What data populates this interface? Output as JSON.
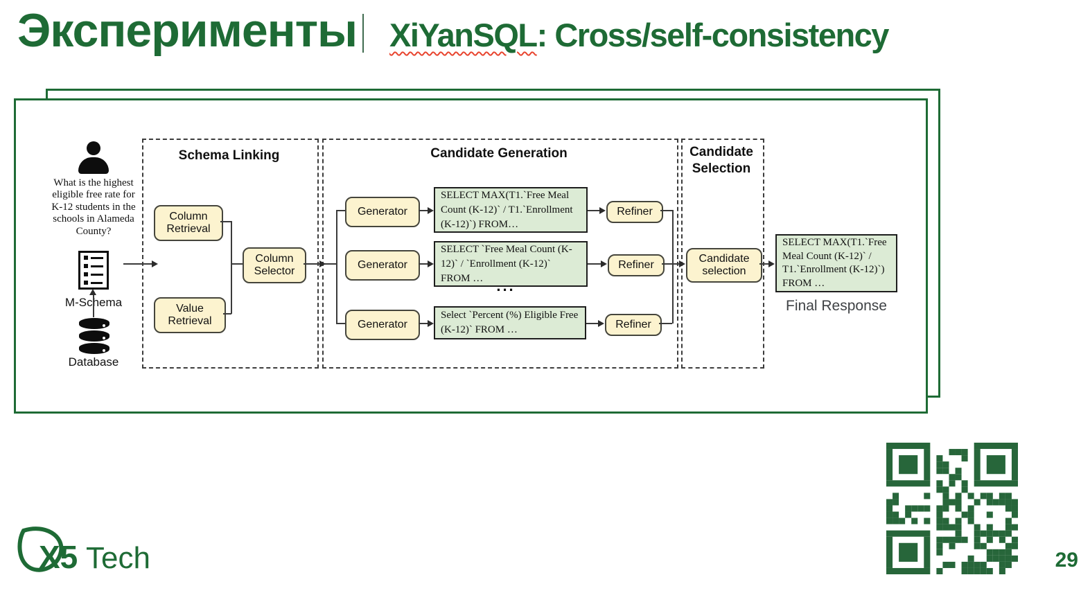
{
  "header": {
    "section_title": "Эксперименты",
    "slide_title_word": "XiYanSQL",
    "slide_title_rest": ": Cross/self-consistency",
    "accent_color": "#1e6b35",
    "misspell_underline_color": "#e8442e"
  },
  "diagram": {
    "input": {
      "question": "What is the highest\neligible free rate for\nK-12 students in the\nschools in Alameda\nCounty?",
      "mschema_label": "M-Schema",
      "database_label": "Database"
    },
    "schema_linking": {
      "title": "Schema Linking",
      "column_retrieval": "Column\nRetrieval",
      "value_retrieval": "Value\nRetrieval",
      "column_selector": "Column\nSelector"
    },
    "candidate_generation": {
      "title": "Candidate Generation",
      "ellipsis": "...",
      "rows": [
        {
          "generator": "Generator",
          "sql": "SELECT MAX(T1.`Free Meal\nCount (K-12)` / T1.`Enrollment\n(K-12)`) FROM…",
          "refiner": "Refiner"
        },
        {
          "generator": "Generator",
          "sql": "SELECT `Free Meal Count (K-\n12)` / `Enrollment (K-12)`\nFROM …",
          "refiner": "Refiner"
        },
        {
          "generator": "Generator",
          "sql": "Select `Percent (%) Eligible Free\n(K-12)`  FROM …",
          "refiner": "Refiner"
        }
      ]
    },
    "candidate_selection": {
      "title": "Candidate\nSelection",
      "node_label": "Candidate\nselection"
    },
    "output": {
      "final_sql": "SELECT MAX(T1.`Free\nMeal Count (K-12)` /\nT1.`Enrollment (K-12)`)\nFROM …",
      "final_label": "Final Response"
    },
    "colors": {
      "node_fill": "#fcf3cf",
      "sql_fill": "#dcebd5"
    }
  },
  "footer": {
    "logo_x5": "X5",
    "logo_tech": "Tech",
    "page_number": "29",
    "qr_color": "#27663a"
  }
}
